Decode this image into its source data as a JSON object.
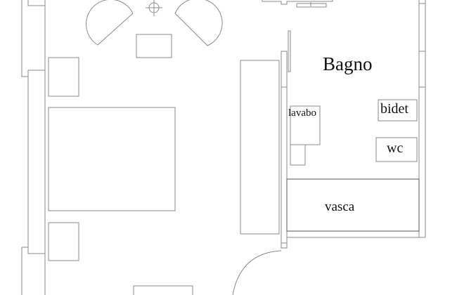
{
  "plan": {
    "room_label": "Bagno",
    "fixtures": {
      "sink": "lavabo",
      "bidet": "bidet",
      "toilet": "wc",
      "bathtub": "vasca"
    },
    "colors": {
      "background": "#ffffff",
      "line": "#8a8a8a",
      "text": "#111111"
    }
  }
}
